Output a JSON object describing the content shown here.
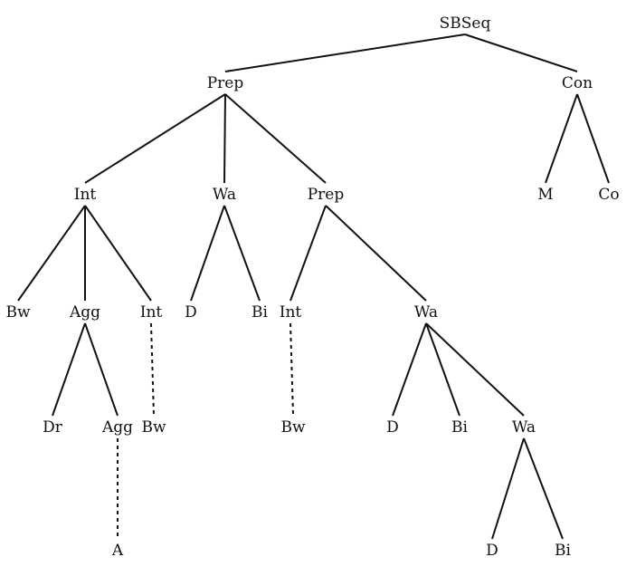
{
  "tree": {
    "nodes": [
      {
        "id": "sbseq",
        "label": "SBSeq"
      },
      {
        "id": "prep1",
        "label": "Prep"
      },
      {
        "id": "con",
        "label": "Con"
      },
      {
        "id": "int1",
        "label": "Int"
      },
      {
        "id": "wa1",
        "label": "Wa"
      },
      {
        "id": "prep2",
        "label": "Prep"
      },
      {
        "id": "m",
        "label": "M"
      },
      {
        "id": "co",
        "label": "Co"
      },
      {
        "id": "bw1",
        "label": "Bw"
      },
      {
        "id": "agg1",
        "label": "Agg"
      },
      {
        "id": "int2",
        "label": "Int"
      },
      {
        "id": "d1",
        "label": "D"
      },
      {
        "id": "bi1",
        "label": "Bi"
      },
      {
        "id": "int3",
        "label": "Int"
      },
      {
        "id": "wa2",
        "label": "Wa"
      },
      {
        "id": "dr",
        "label": "Dr"
      },
      {
        "id": "agg2",
        "label": "Agg"
      },
      {
        "id": "bw2",
        "label": "Bw"
      },
      {
        "id": "bw3",
        "label": "Bw"
      },
      {
        "id": "d2",
        "label": "D"
      },
      {
        "id": "bi2",
        "label": "Bi"
      },
      {
        "id": "wa3",
        "label": "Wa"
      },
      {
        "id": "a",
        "label": "A"
      },
      {
        "id": "d3",
        "label": "D"
      },
      {
        "id": "bi3",
        "label": "Bi"
      }
    ],
    "edges": [
      {
        "from": "sbseq",
        "to": "prep1",
        "style": "solid"
      },
      {
        "from": "sbseq",
        "to": "con",
        "style": "solid"
      },
      {
        "from": "prep1",
        "to": "int1",
        "style": "solid"
      },
      {
        "from": "prep1",
        "to": "wa1",
        "style": "solid"
      },
      {
        "from": "prep1",
        "to": "prep2",
        "style": "solid"
      },
      {
        "from": "con",
        "to": "m",
        "style": "solid"
      },
      {
        "from": "con",
        "to": "co",
        "style": "solid"
      },
      {
        "from": "int1",
        "to": "bw1",
        "style": "solid"
      },
      {
        "from": "int1",
        "to": "agg1",
        "style": "solid"
      },
      {
        "from": "int1",
        "to": "int2",
        "style": "solid"
      },
      {
        "from": "wa1",
        "to": "d1",
        "style": "solid"
      },
      {
        "from": "wa1",
        "to": "bi1",
        "style": "solid"
      },
      {
        "from": "prep2",
        "to": "int3",
        "style": "solid"
      },
      {
        "from": "prep2",
        "to": "wa2",
        "style": "solid"
      },
      {
        "from": "agg1",
        "to": "dr",
        "style": "solid"
      },
      {
        "from": "agg1",
        "to": "agg2",
        "style": "solid"
      },
      {
        "from": "int2",
        "to": "bw2",
        "style": "dashed"
      },
      {
        "from": "int3",
        "to": "bw3",
        "style": "dashed"
      },
      {
        "from": "wa2",
        "to": "d2",
        "style": "solid"
      },
      {
        "from": "wa2",
        "to": "bi2",
        "style": "solid"
      },
      {
        "from": "wa2",
        "to": "wa3",
        "style": "solid"
      },
      {
        "from": "agg2",
        "to": "a",
        "style": "dashed"
      },
      {
        "from": "wa3",
        "to": "d3",
        "style": "solid"
      },
      {
        "from": "wa3",
        "to": "bi3",
        "style": "solid"
      }
    ]
  }
}
